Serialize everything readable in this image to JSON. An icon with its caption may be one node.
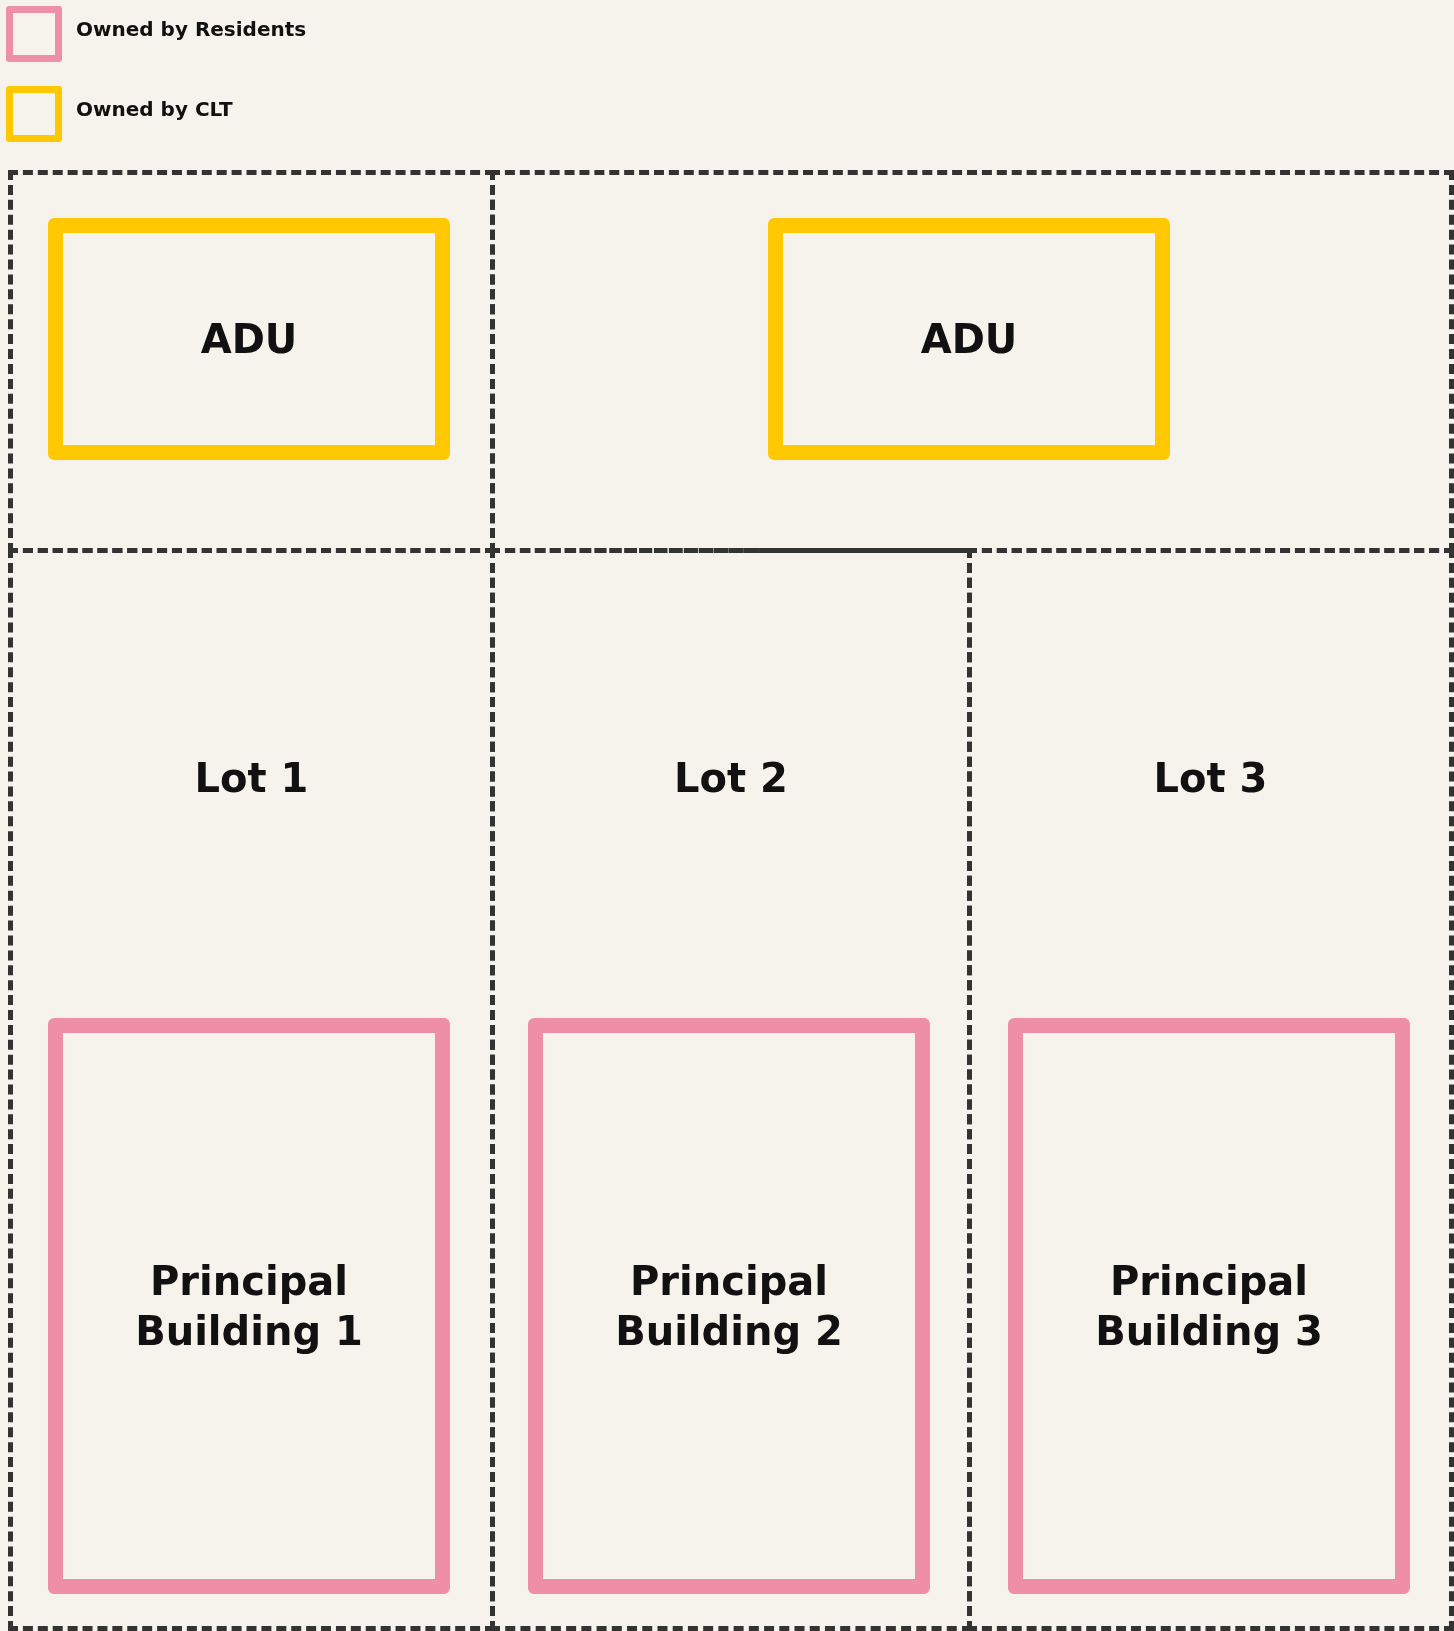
{
  "diagram": {
    "nodes": [
      {
        "text": [],
        "shape": "box"
      },
      {
        "text": [
          "ADU"
        ],
        "in": 0
      },
      {
        "text": [],
        "shape": "box"
      },
      {
        "text": [
          "ADU"
        ],
        "in": 2
      },
      {
        "text": [
          "Lot 1"
        ]
      },
      {
        "text": [
          "Principal Building 1"
        ],
        "in": 4
      },
      {
        "text": [
          "Lot 2"
        ]
      },
      {
        "text": [
          "Principal Building 2"
        ],
        "in": 6
      },
      {
        "text": [
          "Lot 3"
        ]
      },
      {
        "text": [
          "Principal Building 3"
        ],
        "in": 8
      }
    ],
    "edges": [],
    "legend": [
      {
        "text": "Owned by Residents",
        "color": "#ef8fa6"
      },
      {
        "text": "Owned by CLT",
        "color": "#ffc800"
      }
    ]
  }
}
